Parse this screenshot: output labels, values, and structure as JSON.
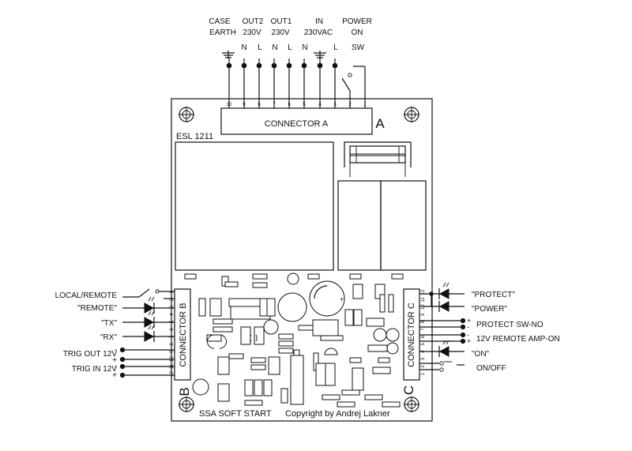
{
  "board": {
    "model": "ESL 1211",
    "title": "SSA SOFT START",
    "copyright": "Copyright by Andrej Lakner"
  },
  "connector_a": {
    "name": "CONNECTOR A",
    "letter": "A",
    "pins": [
      "10",
      "9",
      "8",
      "7",
      "6",
      "5",
      "4",
      "3",
      "2",
      "1"
    ],
    "groups": [
      {
        "line1": "CASE",
        "line2": "EARTH"
      },
      {
        "line1": "OUT2",
        "line2": "230V"
      },
      {
        "line1": "OUT1",
        "line2": "230V"
      },
      {
        "line1": "IN",
        "line2": "230VAC"
      },
      {
        "line1": "POWER",
        "line2": "ON"
      }
    ],
    "pin_labels": [
      "N",
      "L",
      "N",
      "L",
      "N",
      "L",
      "SW"
    ]
  },
  "connector_b": {
    "name": "CONNECTOR B",
    "letter": "B",
    "pins": [
      "1",
      "2",
      "3",
      "4",
      "5",
      "6",
      "7",
      "8",
      "9",
      "10",
      "11",
      "12"
    ],
    "signals": [
      "LOCAL/REMOTE",
      "\"REMOTE\"",
      "\"TX\"",
      "\"RX\"",
      "TRIG OUT 12V",
      "TRIG IN 12V"
    ]
  },
  "connector_c": {
    "name": "CONNECTOR C",
    "letter": "C",
    "pins": [
      "12",
      "11",
      "10",
      "9",
      "8",
      "7",
      "6",
      "5",
      "4",
      "3",
      "2",
      "1"
    ],
    "signals": [
      "\"PROTECT\"",
      "\"POWER\"",
      "PROTECT SW-NO",
      "12V REMOTE AMP-ON",
      "\"ON\"",
      "ON/OFF"
    ]
  },
  "polarity": {
    "plus": "+",
    "minus": "-"
  }
}
